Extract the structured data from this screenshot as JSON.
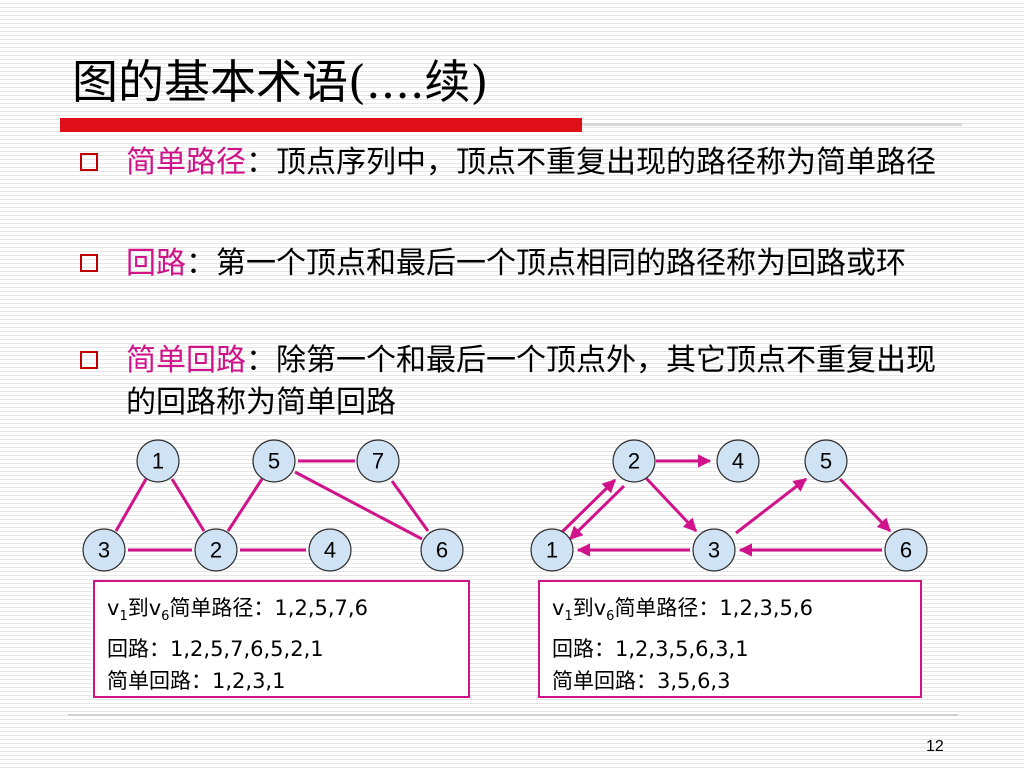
{
  "title": "图的基本术语(....续)",
  "bullets": [
    {
      "term": "简单路径",
      "rest": "：顶点序列中，顶点不重复出现的路径称为简单路径"
    },
    {
      "term": "回路",
      "rest": "：第一个顶点和最后一个顶点相同的路径称为回路或环"
    },
    {
      "term": "简单回路",
      "rest": "：除第一个和最后一个顶点外，其它顶点不重复出现的回路称为简单回路"
    }
  ],
  "graph1": {
    "nodes": [
      "1",
      "5",
      "7",
      "3",
      "2",
      "4",
      "6"
    ],
    "edges": [
      [
        "1",
        "3"
      ],
      [
        "1",
        "2"
      ],
      [
        "3",
        "2"
      ],
      [
        "2",
        "4"
      ],
      [
        "2",
        "5"
      ],
      [
        "5",
        "7"
      ],
      [
        "5",
        "6"
      ],
      [
        "7",
        "6"
      ]
    ]
  },
  "graph2": {
    "nodes": [
      "2",
      "4",
      "5",
      "1",
      "3",
      "6"
    ],
    "directed_edges": [
      [
        "1",
        "2"
      ],
      [
        "2",
        "1"
      ],
      [
        "2",
        "4"
      ],
      [
        "2",
        "3"
      ],
      [
        "3",
        "1"
      ],
      [
        "3",
        "5"
      ],
      [
        "5",
        "6"
      ],
      [
        "6",
        "3"
      ]
    ]
  },
  "box1": {
    "line1": {
      "v": "v",
      "s1": "1",
      "mid": "到v",
      "s2": "6",
      "tail": "简单路径：1,2,5,7,6"
    },
    "line2": "回路：1,2,5,7,6,5,2,1",
    "line3": "简单回路：1,2,3,1"
  },
  "box2": {
    "line1": {
      "v": "v",
      "s1": "1",
      "mid": "到v",
      "s2": "6",
      "tail": "简单路径：1,2,3,5,6"
    },
    "line2": "回路：1,2,3,5,6,3,1",
    "line3": "简单回路：3,5,6,3"
  },
  "page_number": "12",
  "colors": {
    "accent": "#d0138a",
    "title_bar": "#e0101a",
    "node_fill": "#cfe3f5"
  }
}
